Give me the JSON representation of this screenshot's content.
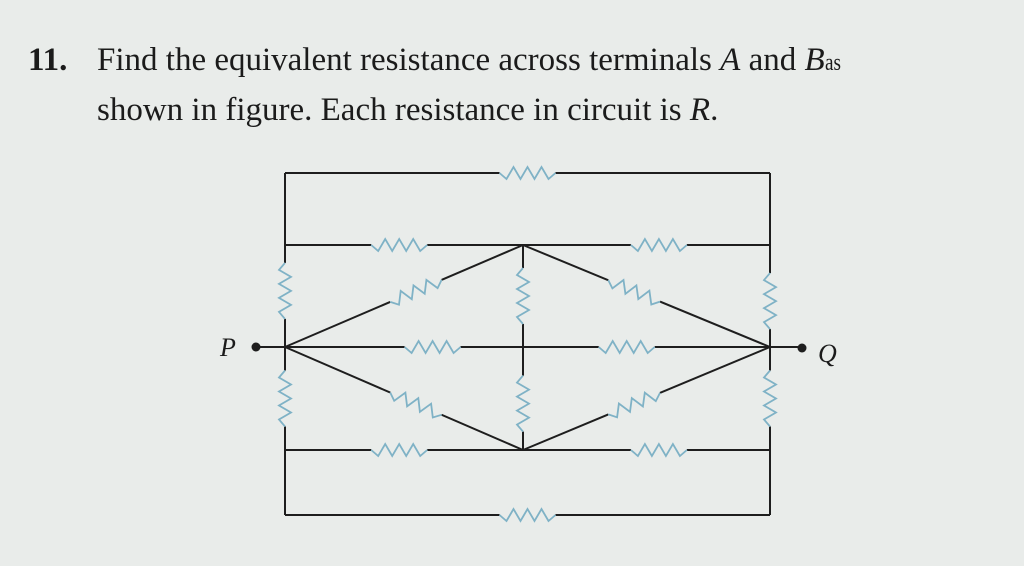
{
  "question": {
    "number": "11.",
    "line1": {
      "t1": "Find the equivalent resistance across terminals ",
      "a": "A",
      "t2": " and ",
      "b": "B",
      "t3": " as"
    },
    "line2": {
      "t1": "shown in figure. Each resistance in circuit is ",
      "r": "R",
      "t2": "."
    }
  },
  "figure": {
    "terminal_left": "P",
    "terminal_right": "Q",
    "resistor_count": 18,
    "colors": {
      "wire": "#1e1e1e",
      "resistor": "#7fb2c6"
    }
  }
}
